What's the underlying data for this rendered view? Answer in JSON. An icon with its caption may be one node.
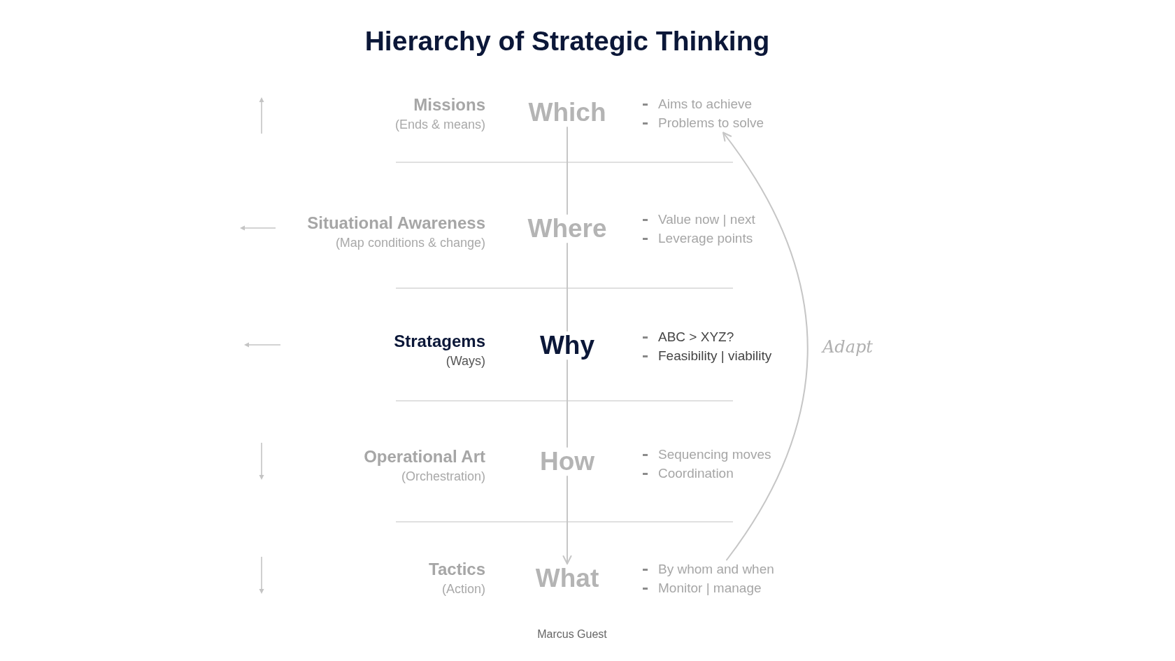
{
  "diagram": {
    "title": "Hierarchy of Strategic Thinking",
    "caption": "Marcus Guest",
    "nodes": [
      {
        "text": [
          "Missions",
          "(Ends & means)"
        ]
      },
      {
        "text": [
          "Which"
        ]
      },
      {
        "text": [
          "Aims to achieve",
          "Problems to solve"
        ]
      },
      {
        "text": [
          "Situational Awareness",
          "(Map conditions & change)"
        ]
      },
      {
        "text": [
          "Where"
        ]
      },
      {
        "text": [
          "Value now | next",
          "Leverage points"
        ]
      },
      {
        "text": [
          "Stratagems",
          "(Ways)"
        ]
      },
      {
        "text": [
          "Why"
        ]
      },
      {
        "text": [
          "ABC > XYZ?",
          "Feasibility | viability"
        ]
      },
      {
        "text": [
          "Operational Art",
          "(Orchestration)"
        ]
      },
      {
        "text": [
          "How"
        ]
      },
      {
        "text": [
          "Sequencing moves",
          "Coordination"
        ]
      },
      {
        "text": [
          "Tactics",
          "(Action)"
        ]
      },
      {
        "text": [
          "What"
        ]
      },
      {
        "text": [
          "By whom and when",
          "Monitor | manage"
        ]
      }
    ],
    "edges": [
      {
        "from": 1,
        "to": 4,
        "arrow": "none"
      },
      {
        "from": 4,
        "to": 7,
        "arrow": "none"
      },
      {
        "from": 7,
        "to": 10,
        "arrow": "none"
      },
      {
        "from": 10,
        "to": 13,
        "arrow": "to"
      },
      {
        "from": 14,
        "to": 2,
        "arrow": "to",
        "label": "Adapt"
      }
    ]
  }
}
